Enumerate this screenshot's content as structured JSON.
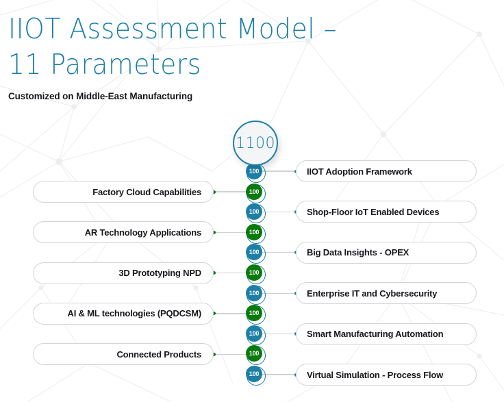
{
  "header": {
    "title": "IIOT Assessment Model –\n11 Parameters",
    "subtitle": "Customized on Middle-East Manufacturing"
  },
  "colors": {
    "title_blue": "#1d7fa6",
    "node_teal": "#1d7fa6",
    "node_green": "#0a7a0c",
    "pill_border": "#d2d4d6",
    "connector_gray": "#cfd2d4",
    "text_dark": "#17171c",
    "hub_fill": "#f4f5f6",
    "background": "#ffffff"
  },
  "hub": {
    "value": "1100",
    "name": "total-score-hub"
  },
  "nodes": [
    {
      "value": "100",
      "color": "teal",
      "side": "right"
    },
    {
      "value": "100",
      "color": "green",
      "side": "left"
    },
    {
      "value": "100",
      "color": "teal",
      "side": "right"
    },
    {
      "value": "100",
      "color": "green",
      "side": "left"
    },
    {
      "value": "100",
      "color": "teal",
      "side": "right"
    },
    {
      "value": "100",
      "color": "green",
      "side": "left"
    },
    {
      "value": "100",
      "color": "teal",
      "side": "right"
    },
    {
      "value": "100",
      "color": "green",
      "side": "left"
    },
    {
      "value": "100",
      "color": "teal",
      "side": "right"
    },
    {
      "value": "100",
      "color": "green",
      "side": "left"
    },
    {
      "value": "100",
      "color": "teal",
      "side": "right"
    }
  ],
  "right_parameters": [
    {
      "label": "IIOT Adoption Framework"
    },
    {
      "label": "Shop-Floor IoT Enabled Devices"
    },
    {
      "label": "Big Data Insights - OPEX"
    },
    {
      "label": "Enterprise IT and Cybersecurity"
    },
    {
      "label": "Smart Manufacturing Automation"
    },
    {
      "label": "Virtual Simulation - Process Flow"
    }
  ],
  "left_parameters": [
    {
      "label": "Factory Cloud Capabilities"
    },
    {
      "label": "AR Technology Applications"
    },
    {
      "label": "3D Prototyping NPD"
    },
    {
      "label": "AI & ML technologies (PQDCSM)"
    },
    {
      "label": "Connected Products"
    }
  ],
  "chart_data": {
    "type": "diagram",
    "title": "IIOT Assessment Model – 11 Parameters",
    "subtitle": "Customized on Middle-East Manufacturing",
    "total": 1100,
    "categories": [
      "IIOT Adoption Framework",
      "Factory Cloud Capabilities",
      "Shop-Floor IoT Enabled Devices",
      "AR Technology Applications",
      "Big Data Insights - OPEX",
      "3D Prototyping NPD",
      "Enterprise IT and Cybersecurity",
      "AI & ML technologies (PQDCSM)",
      "Smart Manufacturing Automation",
      "Connected Products",
      "Virtual Simulation - Process Flow"
    ],
    "values": [
      100,
      100,
      100,
      100,
      100,
      100,
      100,
      100,
      100,
      100,
      100
    ]
  }
}
